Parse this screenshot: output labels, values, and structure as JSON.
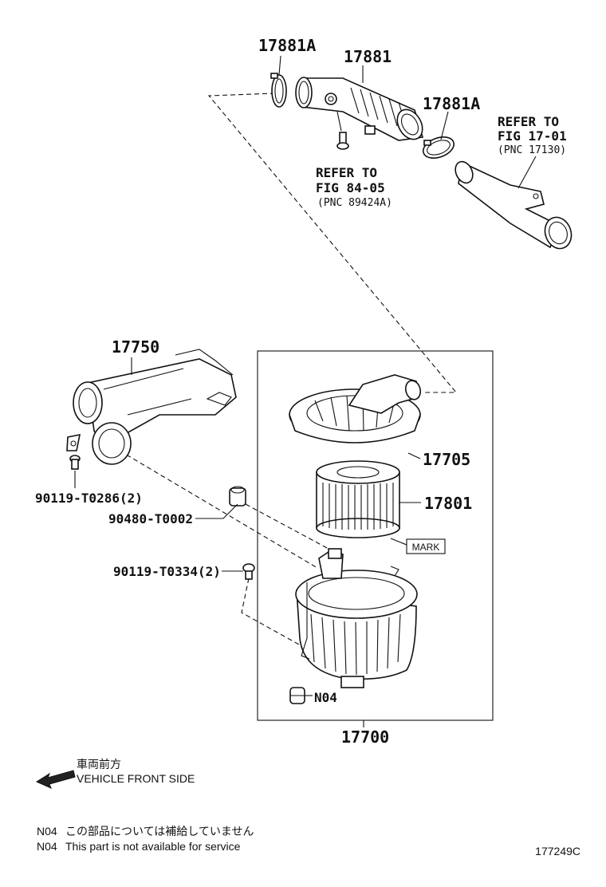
{
  "parts": {
    "clamp_a1": "17881A",
    "hose": "17881",
    "clamp_a2": "17881A",
    "inlet_duct": "17750",
    "cap": "17705",
    "element": "17801",
    "assy": "17700",
    "bolt1": "90119-T0286(2)",
    "grommet": "90480-T0002",
    "bolt2": "90119-T0334(2)",
    "n04": "N04",
    "mark": "MARK"
  },
  "refs": {
    "ref1": {
      "line1": "REFER TO",
      "line2": "FIG 17-01",
      "line3": "(PNC 17130)"
    },
    "ref2": {
      "line1": "REFER TO",
      "line2": "FIG 84-05",
      "line3": "(PNC 89424A)"
    }
  },
  "direction": {
    "jp": "車両前方",
    "en": "VEHICLE FRONT SIDE"
  },
  "notes": [
    {
      "code": "N04",
      "text": "この部品については補給していません"
    },
    {
      "code": "N04",
      "text": "This part is not available for service"
    }
  ],
  "illustration_id": "177249C"
}
